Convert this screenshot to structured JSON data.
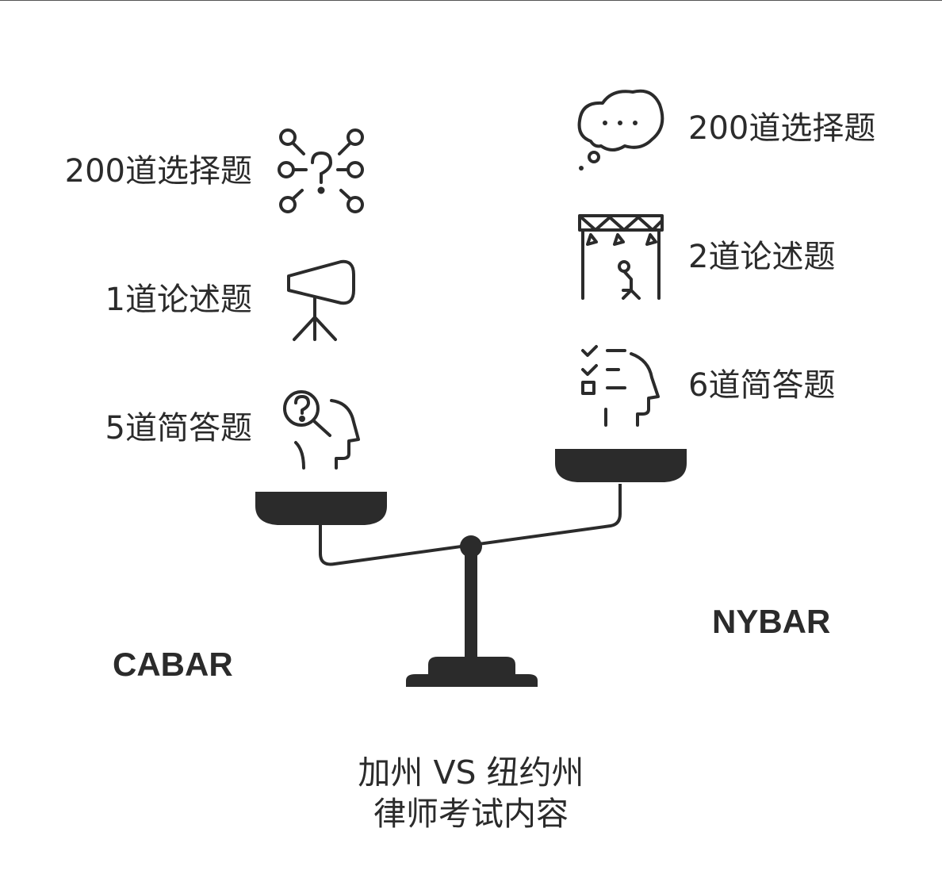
{
  "title": {
    "line1": "加州 VS 纽约州",
    "line2": "律师考试内容"
  },
  "left": {
    "name": "CABAR",
    "items": [
      {
        "label": "200道选择题",
        "icon": "question-network-icon"
      },
      {
        "label": "1道论述题",
        "icon": "spotlight-icon"
      },
      {
        "label": "5道简答题",
        "icon": "head-question-magnifier-icon"
      }
    ]
  },
  "right": {
    "name": "NYBAR",
    "items": [
      {
        "label": "200道选择题",
        "icon": "thought-bubble-icon"
      },
      {
        "label": "2道论述题",
        "icon": "stage-speaker-icon"
      },
      {
        "label": "6道简答题",
        "icon": "head-checklist-icon"
      }
    ]
  },
  "colors": {
    "ink": "#2b2b2b",
    "background": "#ffffff"
  }
}
